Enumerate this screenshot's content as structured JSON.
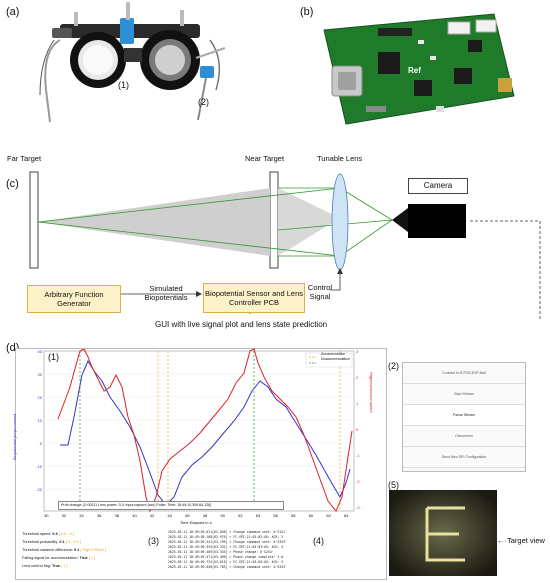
{
  "panels": {
    "a": "(a)",
    "b": "(b)",
    "c": "(c)",
    "d": "(d)"
  },
  "photo_a": {
    "label1": "(1)",
    "label2": "(2)"
  },
  "photo_b": {
    "board_text": "Ref"
  },
  "setup": {
    "far_target": "Far Target",
    "near_target": "Near Target",
    "tunable_lens": "Tunable Lens",
    "camera": "Camera",
    "afg": "Arbitrary Function Generator",
    "simulated": "Simulated Biopotentials",
    "pcb": "Biopotential Sensor and Lens Controller PCB",
    "control_signal": "Control Signal",
    "gui_caption": "GUI with live signal plot and lens state prediction",
    "target_view": "Target view"
  },
  "gui": {
    "region1": "(1)",
    "region2": "(2)",
    "region3": "(3)",
    "region4": "(4)",
    "region5": "(5)",
    "legend_accommodation": "Accommodation",
    "legend_disaccommodation": "Disaccommodation",
    "ylabel_left": "Biopotential preprocessed",
    "ylabel_right": "Higpass/second speed",
    "xlabel": "Time Elapsed in s",
    "status_box": "Prob change: [0.00011 Lens power: 3.0; input capture (acc) Pulse: Time: 18:49:10.309;64.128]",
    "x_ticks": [
      "30",
      "32",
      "34",
      "36",
      "38",
      "40",
      "42",
      "44",
      "46",
      "48",
      "50",
      "52",
      "54",
      "56",
      "58",
      "60",
      "62",
      "64"
    ],
    "y_left_ticks": [
      "40",
      "30",
      "20",
      "10",
      "0",
      "-10",
      "-20"
    ],
    "y_right_ticks": [
      "3",
      "2",
      "1",
      "0",
      "-1",
      "-2",
      "-3"
    ],
    "buttons": [
      "Connect to B-PCB-ESP-Ball",
      "Start Stream",
      "Pause Stream",
      "Disconnect",
      "Send New SPI Configuration"
    ],
    "settings": [
      {
        "label": "Threshold speed:",
        "value": "0.6",
        "extra": "[ 0.0 - 5 ]"
      },
      {
        "label": "Threshold probability:",
        "value": "0.1",
        "extra": "[ 0 - 0.5 ]"
      },
      {
        "label": "Threshold variance difference:",
        "value": "0.1",
        "extra": "[ High 0 Piece ]"
      },
      {
        "label": "Failing signal for accommodation:",
        "value": "True",
        "extra": "[ 1 ]"
      },
      {
        "label": "Lens control flag:",
        "value": "True",
        "extra": "[ 1 ]"
      }
    ],
    "log": [
      "2025-03-11 18:49:09,011[62.848] > Change command sent: b'S1S1'",
      "2025-03-11 18:49:09,168[62.976] > FC-SPI:21:03:03:A5: ACK: 5",
      "2025-03-11 18:49:09,341[63.199] > Change command sent: b'S3S3'",
      "2025-03-11 18:49:09,355[63.232] > FC-SPI:21:03:03:A5: ACK: 5",
      "2025-03-11 18:49:09,469[63.333] > Phase change: b'S2S4'",
      "2025-03-11 18:49:09,571[63.496] > Phase change complete: 3.0",
      "2025-03-11 18:49:09,725[63.616] > FC-SPI:21:03:03:A5: ACK: 5",
      "2025-03-11 18:49:09,850[63.783] > Change command sent: b'S3S3'"
    ]
  },
  "colors": {
    "box_fill": "#fdf1c9",
    "box_border": "#d9b04a",
    "blue_trace": "#3333cc",
    "red_trace": "#dd2222",
    "acc_line": "#e8a020",
    "disacc_line": "#229922",
    "pcb_green": "#1f7a2a",
    "lens_blue": "#cfe3f7"
  }
}
